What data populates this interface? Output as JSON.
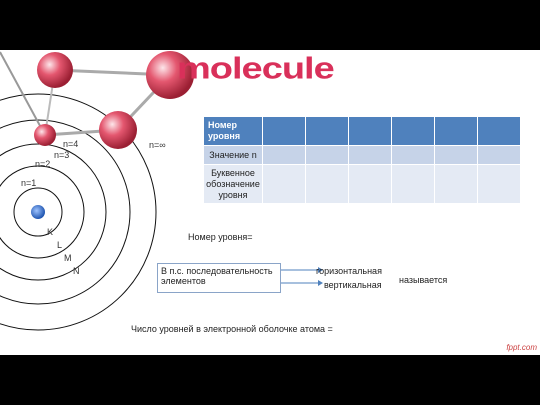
{
  "brand": {
    "logo_text": "molecule",
    "watermark": "fppt.com"
  },
  "atom": {
    "level_labels": [
      "n=4",
      "n=3",
      "n=2",
      "n=1",
      "n=∞"
    ],
    "shell_letters": [
      "K",
      "L",
      "M",
      "N"
    ]
  },
  "table": {
    "row_headers": [
      "Номер уровня",
      "Значение n",
      "Буквенное обозначение уровня"
    ],
    "empty_columns": 6
  },
  "labels": {
    "level_number": "Номер уровня=",
    "box_text": "В п.с. последовательность элементов",
    "horizontal": "горизонтальная",
    "vertical": "вертикальная",
    "called": "называется",
    "question": "Число уровней в электронной оболочке атома ="
  },
  "colors": {
    "table_header": "#4f81bd",
    "table_row2": "#c6d3e8",
    "table_row3": "#e4eaf4",
    "accent": "#d9305a"
  }
}
